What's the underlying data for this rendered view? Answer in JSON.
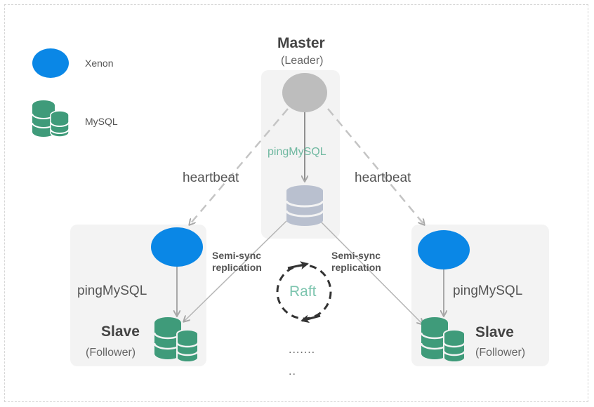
{
  "legend": {
    "items": [
      {
        "icon": "xenon-node-icon",
        "label": "Xenon"
      },
      {
        "icon": "mysql-database-icon",
        "label": "MySQL"
      }
    ]
  },
  "master": {
    "title": "Master",
    "subtitle": "(Leader)",
    "ping_label": "pingMySQL"
  },
  "edges": {
    "heartbeat_left": "heartbeat",
    "heartbeat_right": "heartbeat",
    "semi_sync_left": [
      "Semi-sync",
      "replication"
    ],
    "semi_sync_right": [
      "Semi-sync",
      "replication"
    ]
  },
  "raft": {
    "label": "Raft"
  },
  "slave_left": {
    "title": "Slave",
    "subtitle": "(Follower)",
    "ping_label": "pingMySQL"
  },
  "slave_right": {
    "title": "Slave",
    "subtitle": "(Follower)",
    "ping_label": "pingMySQL"
  },
  "ellipsis": {
    "line1": ".......",
    "line2": ".."
  },
  "colors": {
    "xenon_blue": "#0a87e6",
    "mysql_green": "#3f9b7a",
    "master_gray": "#bdbdbd",
    "master_db": "#b9c0cf",
    "panel_bg": "#f3f3f3",
    "raft_text": "#7cc4ae"
  }
}
